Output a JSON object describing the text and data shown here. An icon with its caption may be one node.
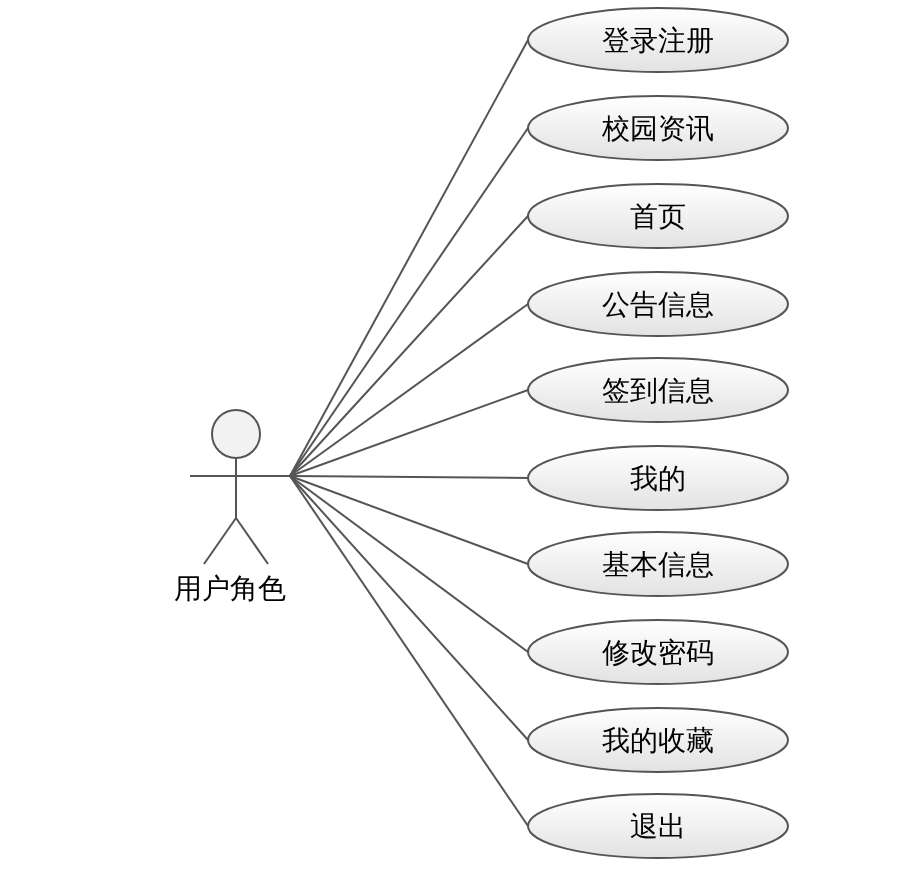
{
  "diagram": {
    "nodes": [
      {
        "text": [
          "用户角色"
        ]
      },
      {
        "text": [
          "登录注册"
        ]
      },
      {
        "text": [
          "校园资讯"
        ]
      },
      {
        "text": [
          "首页"
        ]
      },
      {
        "text": [
          "公告信息"
        ]
      },
      {
        "text": [
          "签到信息"
        ]
      },
      {
        "text": [
          "我的"
        ]
      },
      {
        "text": [
          "基本信息"
        ]
      },
      {
        "text": [
          "修改密码"
        ]
      },
      {
        "text": [
          "我的收藏"
        ]
      },
      {
        "text": [
          "退出"
        ]
      }
    ],
    "edges": [
      {
        "from": 0,
        "to": 1,
        "arrow": "none"
      },
      {
        "from": 0,
        "to": 2,
        "arrow": "none"
      },
      {
        "from": 0,
        "to": 3,
        "arrow": "none"
      },
      {
        "from": 0,
        "to": 4,
        "arrow": "none"
      },
      {
        "from": 0,
        "to": 5,
        "arrow": "none"
      },
      {
        "from": 0,
        "to": 6,
        "arrow": "none"
      },
      {
        "from": 0,
        "to": 7,
        "arrow": "none"
      },
      {
        "from": 0,
        "to": 8,
        "arrow": "none"
      },
      {
        "from": 0,
        "to": 9,
        "arrow": "none"
      },
      {
        "from": 0,
        "to": 10,
        "arrow": "none"
      }
    ]
  }
}
